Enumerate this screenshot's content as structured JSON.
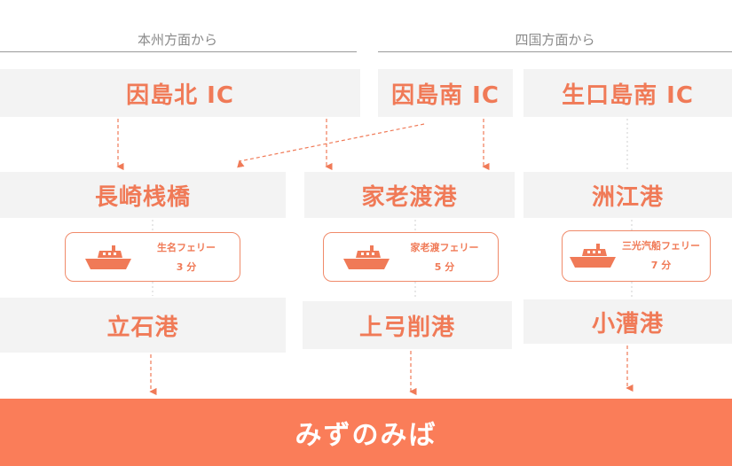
{
  "headers": {
    "honshu": "本州方面から",
    "shikoku": "四国方面から"
  },
  "interchanges": {
    "innoshima_kita": "因島北 IC",
    "innoshima_minami": "因島南 IC",
    "ikuchijima_minami": "生口島南 IC"
  },
  "ports_top": {
    "nagasaki": "長崎桟橋",
    "karo": "家老渡港",
    "sue": "洲江港"
  },
  "ferries": {
    "habu": {
      "name": "生名フェリー",
      "time": "3 分"
    },
    "karo": {
      "name": "家老渡フェリー",
      "time": "5 分"
    },
    "sanko": {
      "name": "三光汽船フェリー",
      "time": "7 分"
    }
  },
  "ports_bottom": {
    "tateishi": "立石港",
    "kamiyugesaku": "上弓削港",
    "kobukuro": "小漕港"
  },
  "destination": "みずのみば",
  "colors": {
    "accent": "#fa7d59",
    "text_accent": "#f07a57",
    "box_bg": "#f3f3f3"
  }
}
